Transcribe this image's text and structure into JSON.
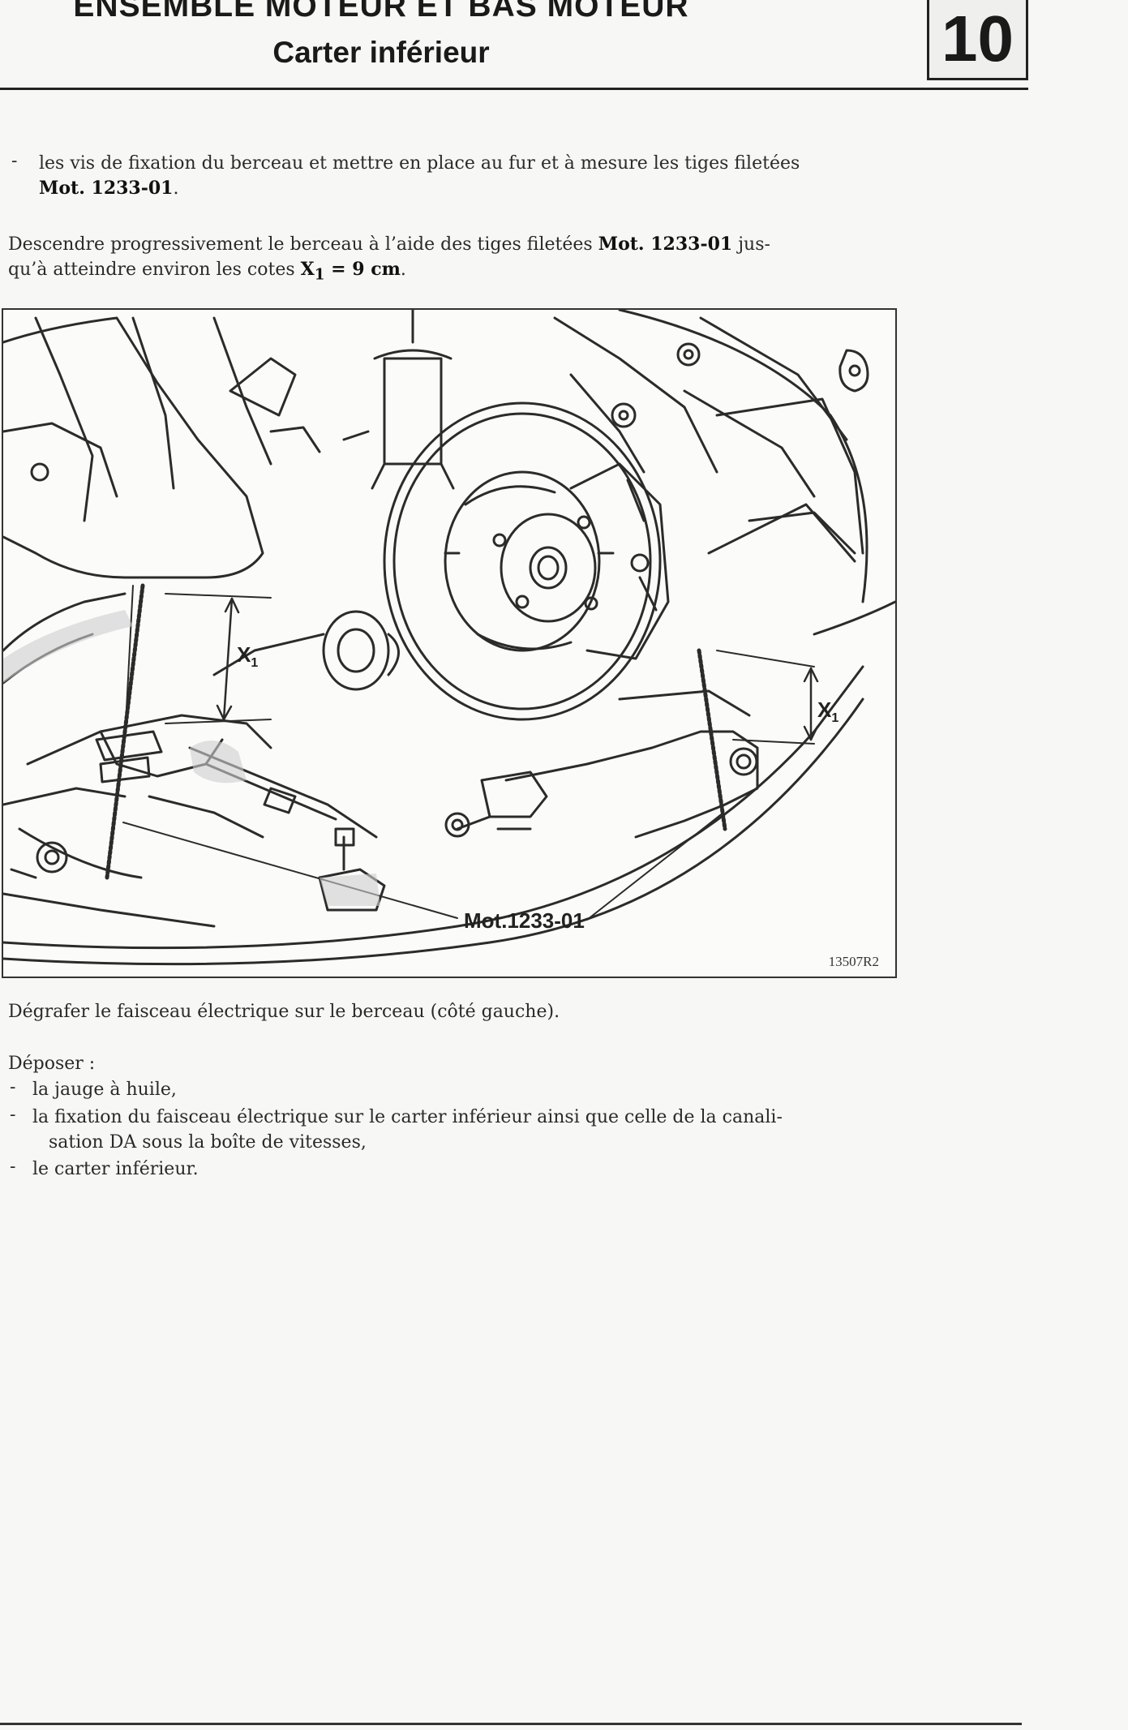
{
  "header": {
    "section": "ENSEMBLE MOTEUR ET BAS MOTEUR",
    "subtitle": "Carter inférieur",
    "chapter": "10"
  },
  "intro": {
    "bullet_dash": "-",
    "bullet_text_1": "les vis de fixation du berceau et mettre en place au fur et à mesure les tiges filetées",
    "bullet_tool": "Mot. 1233-01",
    "bullet_end": ".",
    "p2_text_1": "Descendre progressivement le berceau à l’aide des tiges filetées",
    "p2_tool": "Mot. 1233-01",
    "p2_text_2": "jus-",
    "p2_line2": "qu’à atteindre environ les cotes",
    "p2_x": "X",
    "p2_x_sub": "1",
    "p2_value": "= 9 cm",
    "p2_end": "."
  },
  "figure": {
    "tool_label": "Mot.1233-01",
    "dim_label": "X",
    "dim_sub": "1",
    "ref": "13507R2"
  },
  "after": {
    "p3": "Dégrafer le faisceau électrique sur le berceau (côté gauche).",
    "p4": "Déposer :",
    "items": [
      "la jauge à huile,",
      "la fixation du faisceau électrique sur le carter inférieur ainsi que celle de la canali-",
      "le carter inférieur."
    ],
    "item2_cont": "sation DA sous la boîte de vitesses,",
    "dash": "-"
  }
}
